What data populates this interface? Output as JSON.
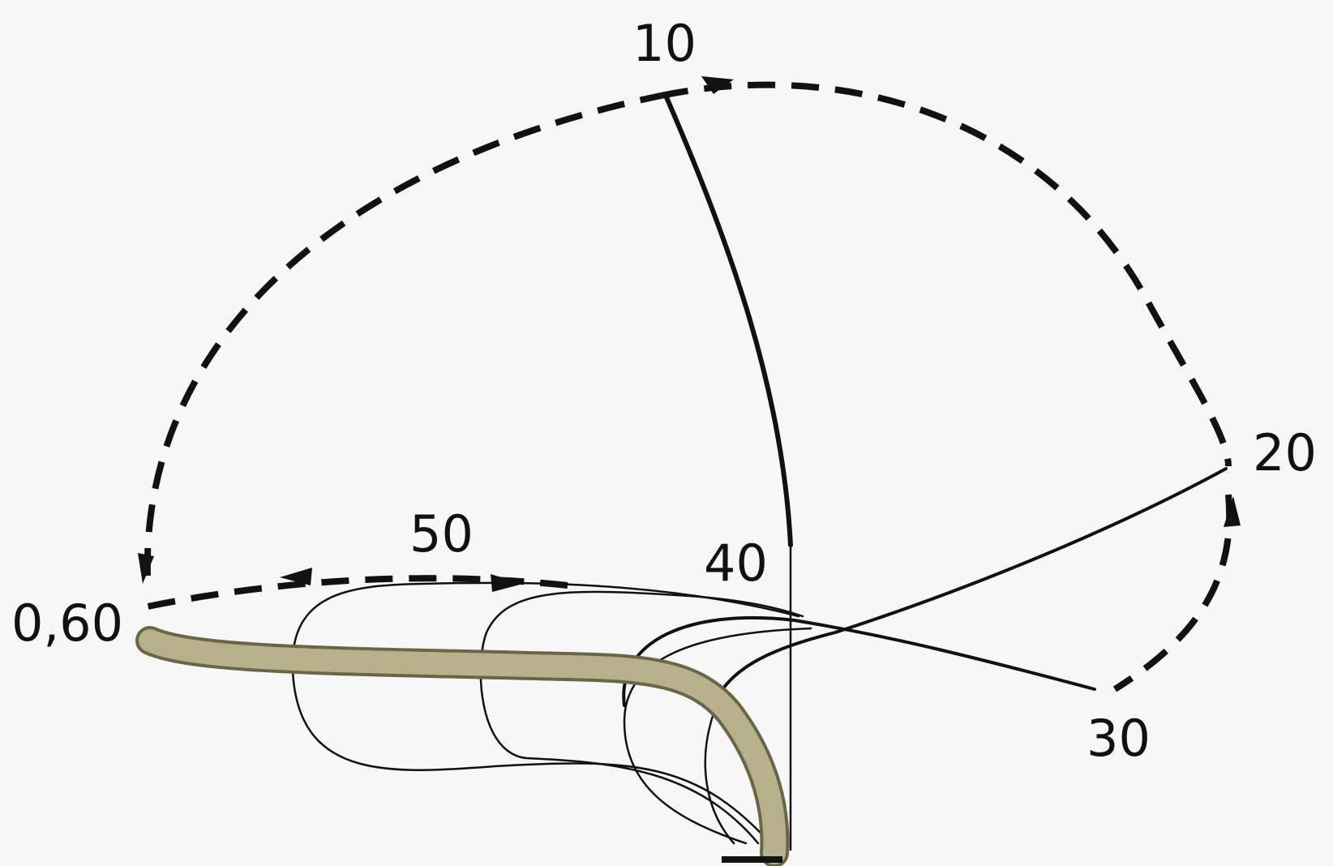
{
  "labels": {
    "p10": "10",
    "p20": "20",
    "p30": "30",
    "p40": "40",
    "p50": "50",
    "p0_60": "0,60"
  },
  "colors": {
    "background": "#f7f7f7",
    "ink": "#111111",
    "body_fill": "#b8b08a",
    "body_outline": "#6b6548"
  }
}
